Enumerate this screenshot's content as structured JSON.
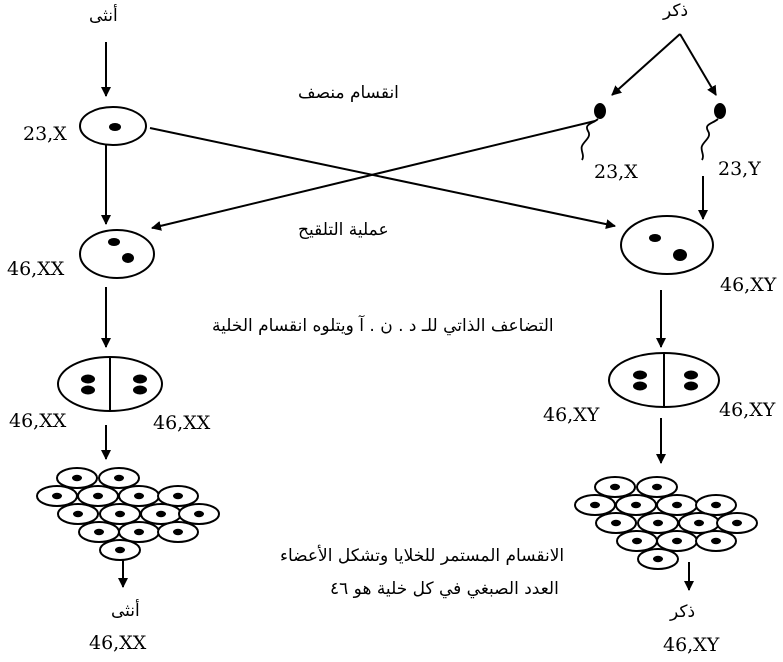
{
  "labels": {
    "female_top": "أنثى",
    "male_top": "ذكر",
    "meiosis": "انقسام منصف",
    "fertilization": "عملية التلقيح",
    "replication": "التضاعف الذاتي للـ د . ن . آ ويتلوه انقسام الخلية",
    "continuous_division": "الانقسام المستمر للخلايا وتشكل الأعضاء",
    "chromosome_number": "العدد الصبغي في كل خلية هو ٤٦",
    "female_bottom": "أنثى",
    "male_bottom": "ذكر"
  },
  "karyotypes": {
    "egg": "23,X",
    "sperm_x": "23,X",
    "sperm_y": "23,Y",
    "zygote_female": "46,XX",
    "zygote_male": "46,XY",
    "female_two_cell_left": "46,XX",
    "female_two_cell_right": "46,XX",
    "male_two_cell_left": "46,XY",
    "male_two_cell_right": "46,XY",
    "female_final": "46,XX",
    "male_final": "46,XY"
  }
}
